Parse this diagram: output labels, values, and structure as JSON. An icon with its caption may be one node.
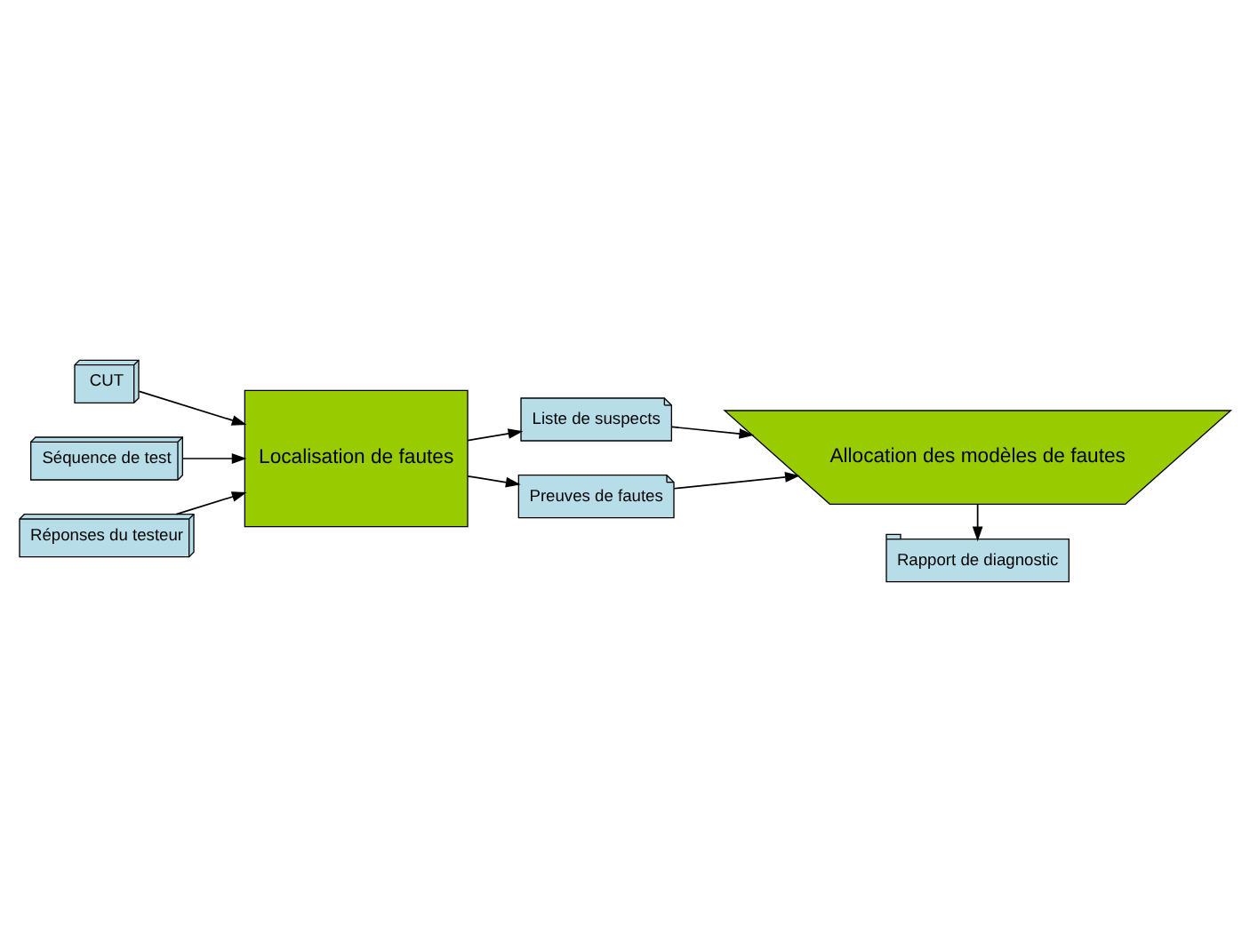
{
  "diagram": {
    "nodes": [
      {
        "text": [
          "CUT"
        ]
      },
      {
        "text": [
          "Séquence de test"
        ]
      },
      {
        "text": [
          "Réponses du testeur"
        ]
      },
      {
        "text": [
          "Localisation de fautes"
        ]
      },
      {
        "text": [
          "Liste de suspects"
        ]
      },
      {
        "text": [
          "Preuves de fautes"
        ]
      },
      {
        "text": [
          "Allocation des modèles de fautes"
        ]
      },
      {
        "text": [
          "Rapport de diagnostic"
        ]
      }
    ],
    "edges": [
      {
        "from": 0,
        "to": 3,
        "arrow": "to"
      },
      {
        "from": 1,
        "to": 3,
        "arrow": "to"
      },
      {
        "from": 2,
        "to": 3,
        "arrow": "to"
      },
      {
        "from": 3,
        "to": 4,
        "arrow": "to"
      },
      {
        "from": 3,
        "to": 5,
        "arrow": "to"
      },
      {
        "from": 4,
        "to": 6,
        "arrow": "to"
      },
      {
        "from": 5,
        "to": 6,
        "arrow": "to"
      },
      {
        "from": 6,
        "to": 7,
        "arrow": "to"
      }
    ]
  }
}
